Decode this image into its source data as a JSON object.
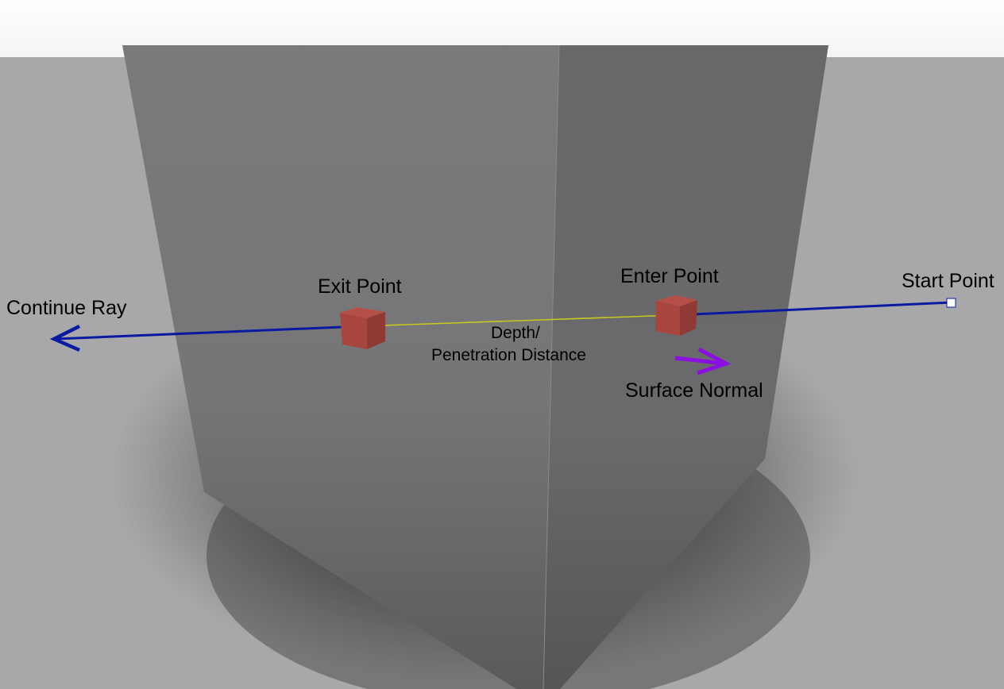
{
  "labels": {
    "continue_ray": "Continue Ray",
    "exit_point": "Exit Point",
    "enter_point": "Enter Point",
    "start_point": "Start Point",
    "depth_line1": "Depth/",
    "depth_line2": "Penetration Distance",
    "surface_normal": "Surface Normal"
  },
  "colors": {
    "sky": "#ffffff",
    "ground": "#a8a8aa",
    "left_face": "#777779",
    "right_face": "#676769",
    "ray": "#0a1aa0",
    "penetration_segment": "#c8c820",
    "hit_marker": "#a8453f",
    "normal_arrow": "#8a10e0",
    "start_marker": "#ffffff"
  },
  "icons": {
    "continue_arrow": "arrow-left-icon",
    "normal_arrow": "arrow-right-icon",
    "hit_marker": "cube-icon"
  }
}
